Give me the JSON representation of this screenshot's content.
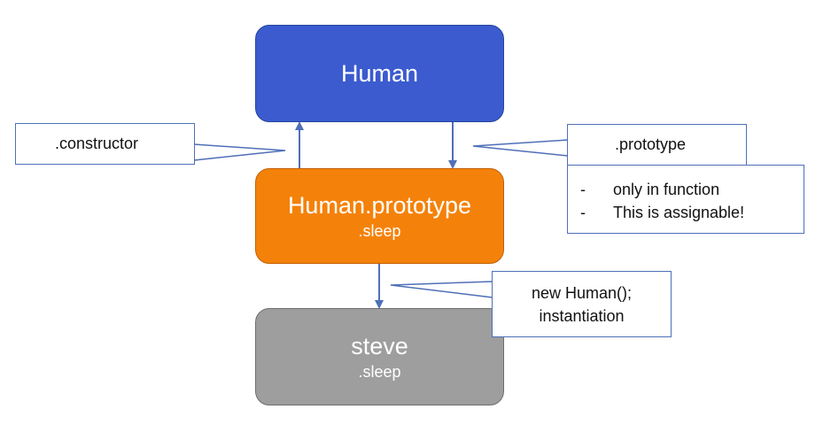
{
  "colors": {
    "human": "#3b5bcf",
    "prototype": "#f4820a",
    "instance": "#9e9e9e",
    "connector": "#4f6fb8"
  },
  "nodes": {
    "human": {
      "title": "Human"
    },
    "prototype": {
      "title": "Human.prototype",
      "member": ".sleep"
    },
    "instance": {
      "title": "steve",
      "member": ".sleep"
    }
  },
  "callouts": {
    "constructor": {
      "label": ".constructor"
    },
    "prototype": {
      "label": ".prototype",
      "notes": [
        {
          "bullet": "-",
          "text": "only in function"
        },
        {
          "bullet": "-",
          "text": "This is assignable!"
        }
      ]
    },
    "instantiation": {
      "line1": "new Human();",
      "line2": "instantiation"
    }
  }
}
